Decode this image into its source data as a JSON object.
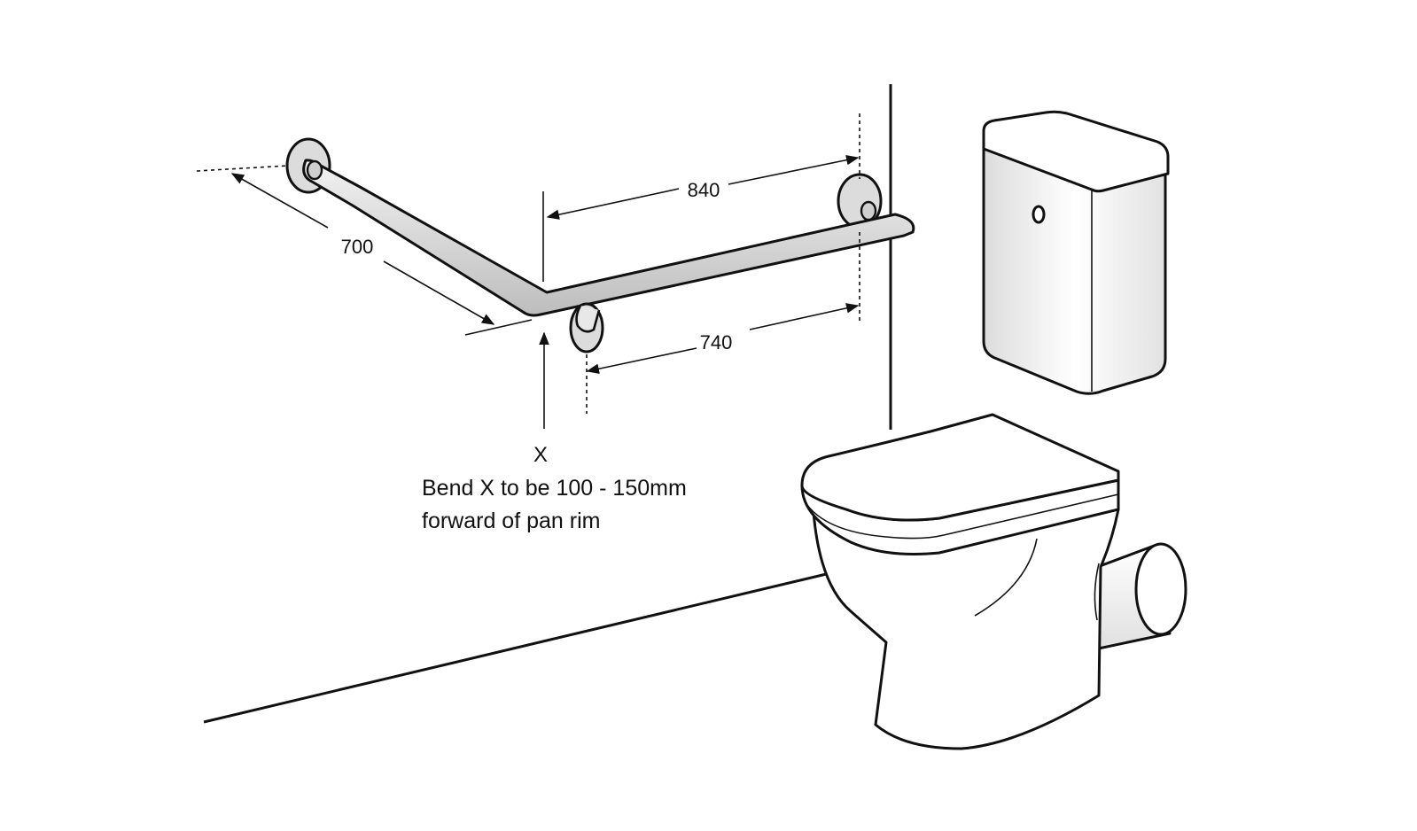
{
  "dimensions": {
    "rail_length_left": "700",
    "rail_length_right": "840",
    "bracket_spacing": "740"
  },
  "bend": {
    "marker": "X",
    "note_line1": "Bend X to be 100 - 150mm",
    "note_line2": "forward of pan rim"
  },
  "colors": {
    "line": "#111111",
    "fill_white": "#ffffff",
    "fill_shade": "#e6e6e6",
    "rail_fill": "#d9d9d9"
  }
}
